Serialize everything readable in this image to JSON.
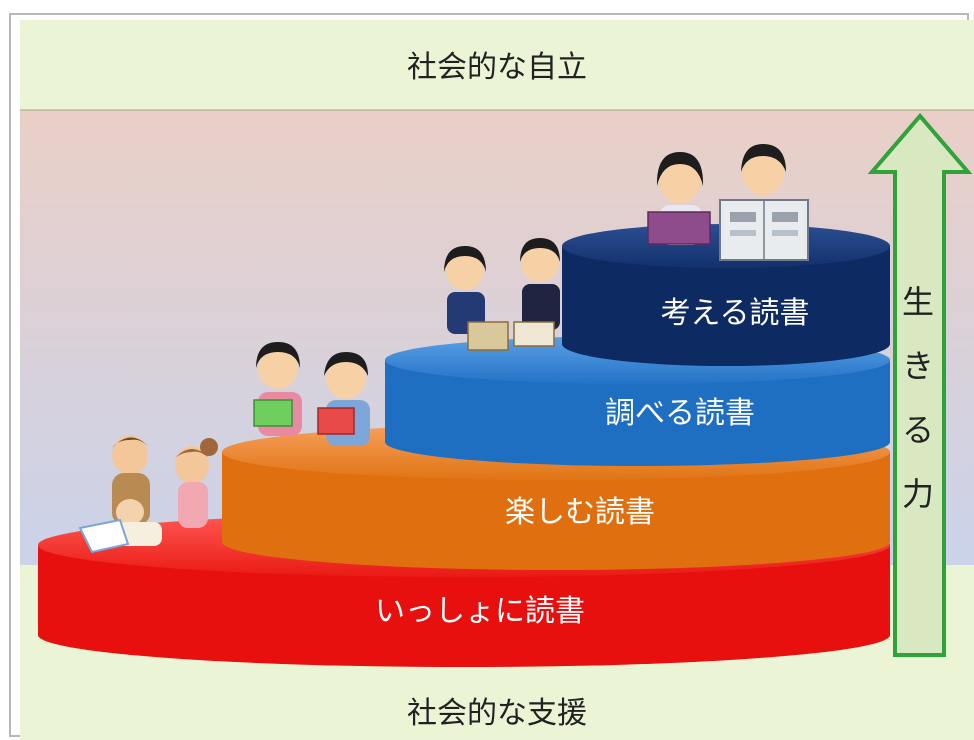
{
  "bands": {
    "top": "社会的な自立",
    "bottom": "社会的な支援"
  },
  "tiers": [
    {
      "label": "いっしょに読書",
      "color": "#e8100f"
    },
    {
      "label": "楽しむ読書",
      "color": "#e0700f"
    },
    {
      "label": "調べる読書",
      "color": "#1e6fc2"
    },
    {
      "label": "考える読書",
      "color": "#0e2a63"
    }
  ],
  "arrow": {
    "chars": [
      "生",
      "き",
      "る",
      "力"
    ],
    "fill": "#d8e8c0",
    "stroke": "#2fa23a"
  },
  "colors": {
    "band_green": "#ebf5d6",
    "middle_top": "#eacfc7",
    "middle_bottom": "#cad3ea"
  },
  "figures": [
    "family-figures",
    "young-children-figures",
    "students-figures",
    "teen-figures"
  ]
}
